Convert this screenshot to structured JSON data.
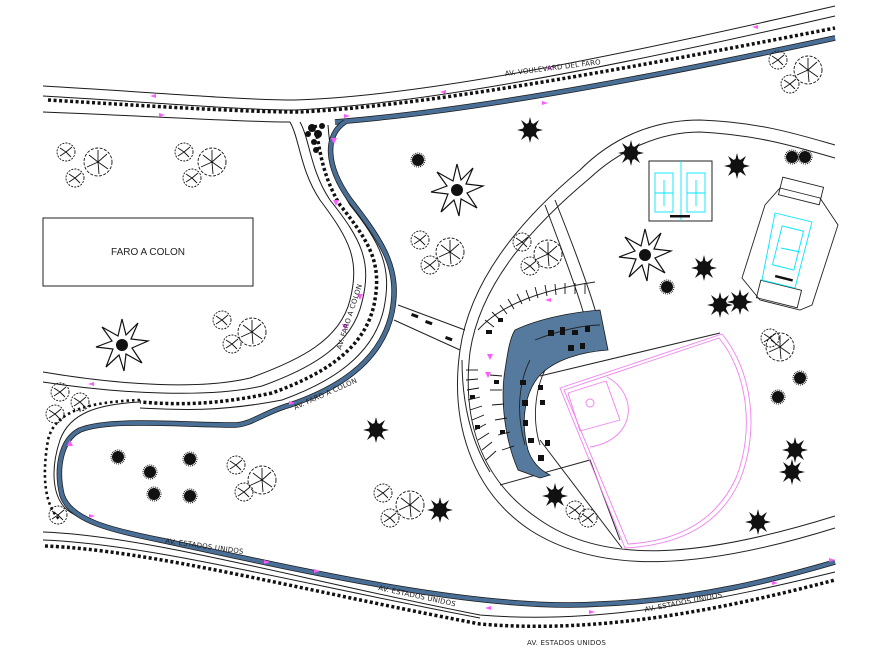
{
  "drawing": {
    "type": "site plan",
    "background": "#ffffff",
    "colors": {
      "curb_blue": "#4a6f96",
      "plaza_blue": "#557a9e",
      "ballfield_pink": "#f080f0",
      "court_cyan": "#00e6ff",
      "direction_arrow": "#ff5cff",
      "linework": "#1a1a1a"
    }
  },
  "labels": {
    "building_box": "FARO A COLON",
    "road_top": "AV. VOULEVARD DEL FARO",
    "road_faro_vertical": "AV. FARO A COLON",
    "road_faro_lower": "AV. FARO A COLON",
    "road_estados_left": "AV. ESTADOS UNIDOS",
    "road_estados_mid": "AV. ESTADOS UNIDOS",
    "road_estados_right": "AV. ESTADOS UNIDOS",
    "road_estados_bottom": "AV. ESTADOS UNIDOS"
  },
  "features": {
    "tennis_courts_double": "tennis-courts",
    "tennis_stadium": "covered-tennis-court",
    "ballfield": "baseball-diamond",
    "stadium_plaza": "stadium-seating-plaza",
    "parking": "curved-parking-lot"
  }
}
